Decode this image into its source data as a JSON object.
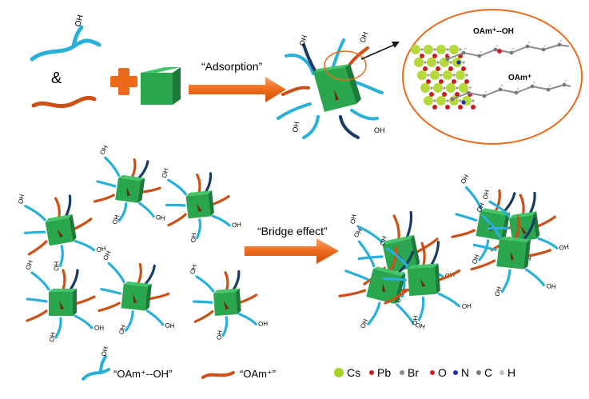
{
  "steps": {
    "adsorption": "“Adsorption”",
    "bridge": "“Bridge effect”"
  },
  "symbols": {
    "ampersand": "&",
    "oh": "OH"
  },
  "zoom": {
    "label_top": "OAm⁺--OH",
    "label_bottom": "OAm⁺"
  },
  "legend": {
    "ligand_oh": "“OAm⁺--OH”",
    "ligand_plain": "“OAm⁺”",
    "atoms": [
      {
        "symbol": "Cs",
        "color": "#a8d12a"
      },
      {
        "symbol": "Pb",
        "color": "#cc1a1a"
      },
      {
        "symbol": "Br",
        "color": "#888888"
      },
      {
        "symbol": "O",
        "color": "#d22020"
      },
      {
        "symbol": "N",
        "color": "#1d2fa8"
      },
      {
        "symbol": "C",
        "color": "#7a7a7a"
      },
      {
        "symbol": "H",
        "color": "#bdbdbd"
      }
    ]
  },
  "colors": {
    "cube": "#2aa64f",
    "cube_dark": "#1c7a38",
    "cube_light": "#45c46a",
    "ligand_blue": "#29b0d8",
    "ligand_orange": "#cc4f16",
    "arrow": "#ee6a1b",
    "ellipse": "#ee6a1b"
  }
}
